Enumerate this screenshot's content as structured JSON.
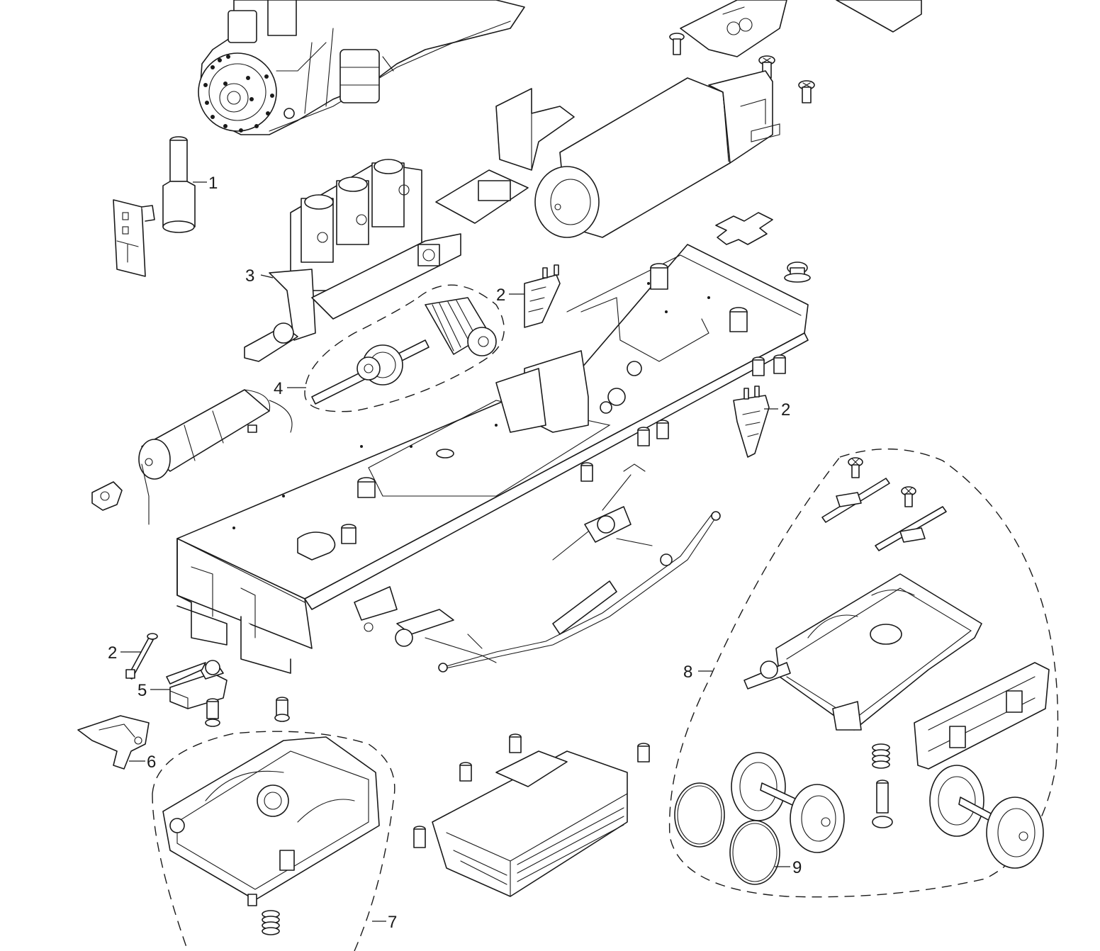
{
  "diagram": {
    "callouts": [
      {
        "id": "c1",
        "label": "1"
      },
      {
        "id": "c2a",
        "label": "2"
      },
      {
        "id": "c2b",
        "label": "2"
      },
      {
        "id": "c2c",
        "label": "2"
      },
      {
        "id": "c3",
        "label": "3"
      },
      {
        "id": "c4",
        "label": "4"
      },
      {
        "id": "c5",
        "label": "5"
      },
      {
        "id": "c6",
        "label": "6"
      },
      {
        "id": "c7",
        "label": "7"
      },
      {
        "id": "c8",
        "label": "8"
      },
      {
        "id": "c9",
        "label": "9"
      }
    ],
    "colors": {
      "line": "#1a1a1a",
      "background": "#ffffff"
    }
  }
}
